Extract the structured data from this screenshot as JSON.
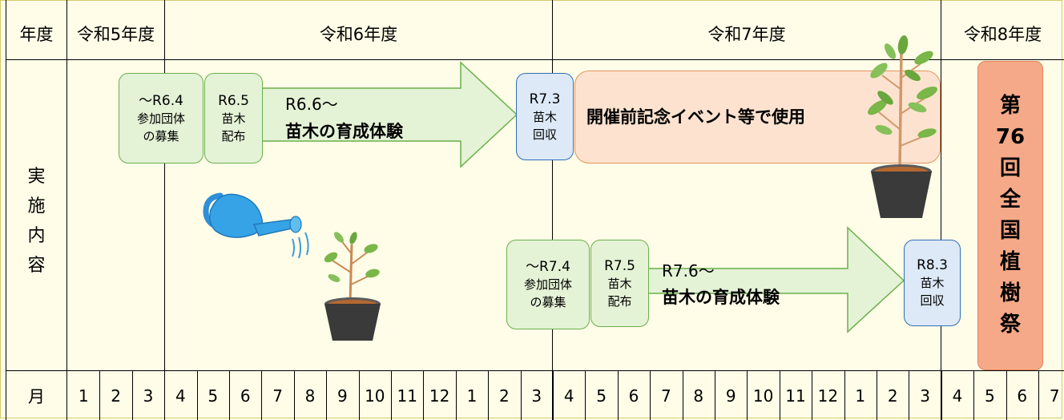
{
  "header": {
    "year_label": "年度",
    "fiscal_years": [
      "令和5年度",
      "令和6年度",
      "令和7年度",
      "令和8年度"
    ]
  },
  "row_label": [
    "実",
    "施",
    "内",
    "容"
  ],
  "month_label": "月",
  "months": [
    "1",
    "2",
    "3",
    "4",
    "5",
    "6",
    "7",
    "8",
    "9",
    "10",
    "11",
    "12",
    "1",
    "2",
    "3",
    "4",
    "5",
    "6",
    "7",
    "8",
    "9",
    "10",
    "11",
    "12",
    "1",
    "2",
    "3",
    "4",
    "5",
    "6",
    "7"
  ],
  "round1": {
    "recruit_lines": [
      "～R6.4",
      "参加団体",
      "の募集"
    ],
    "distribute_lines": [
      "R6.5",
      "苗木",
      "配布"
    ],
    "arrow_period": "R6.6～",
    "arrow_title": "苗木の育成体験",
    "collect_lines": [
      "R7.3",
      "苗木",
      "回収"
    ],
    "event_text": "開催前記念イベント等で使用"
  },
  "round2": {
    "recruit_lines": [
      "～R7.4",
      "参加団体",
      "の募集"
    ],
    "distribute_lines": [
      "R7.5",
      "苗木",
      "配布"
    ],
    "arrow_period": "R7.6～",
    "arrow_title": "苗木の育成体験",
    "collect_lines": [
      "R8.3",
      "苗木",
      "回収"
    ]
  },
  "festival_chars": [
    "第",
    "76",
    "回",
    "全",
    "国",
    "植",
    "樹",
    "祭"
  ],
  "colors": {
    "background": "#fffde8",
    "green_box": "#e4f2d6",
    "blue_box": "#dde9f7",
    "peach_box": "#fde3cf",
    "festival": "#f6a988"
  }
}
